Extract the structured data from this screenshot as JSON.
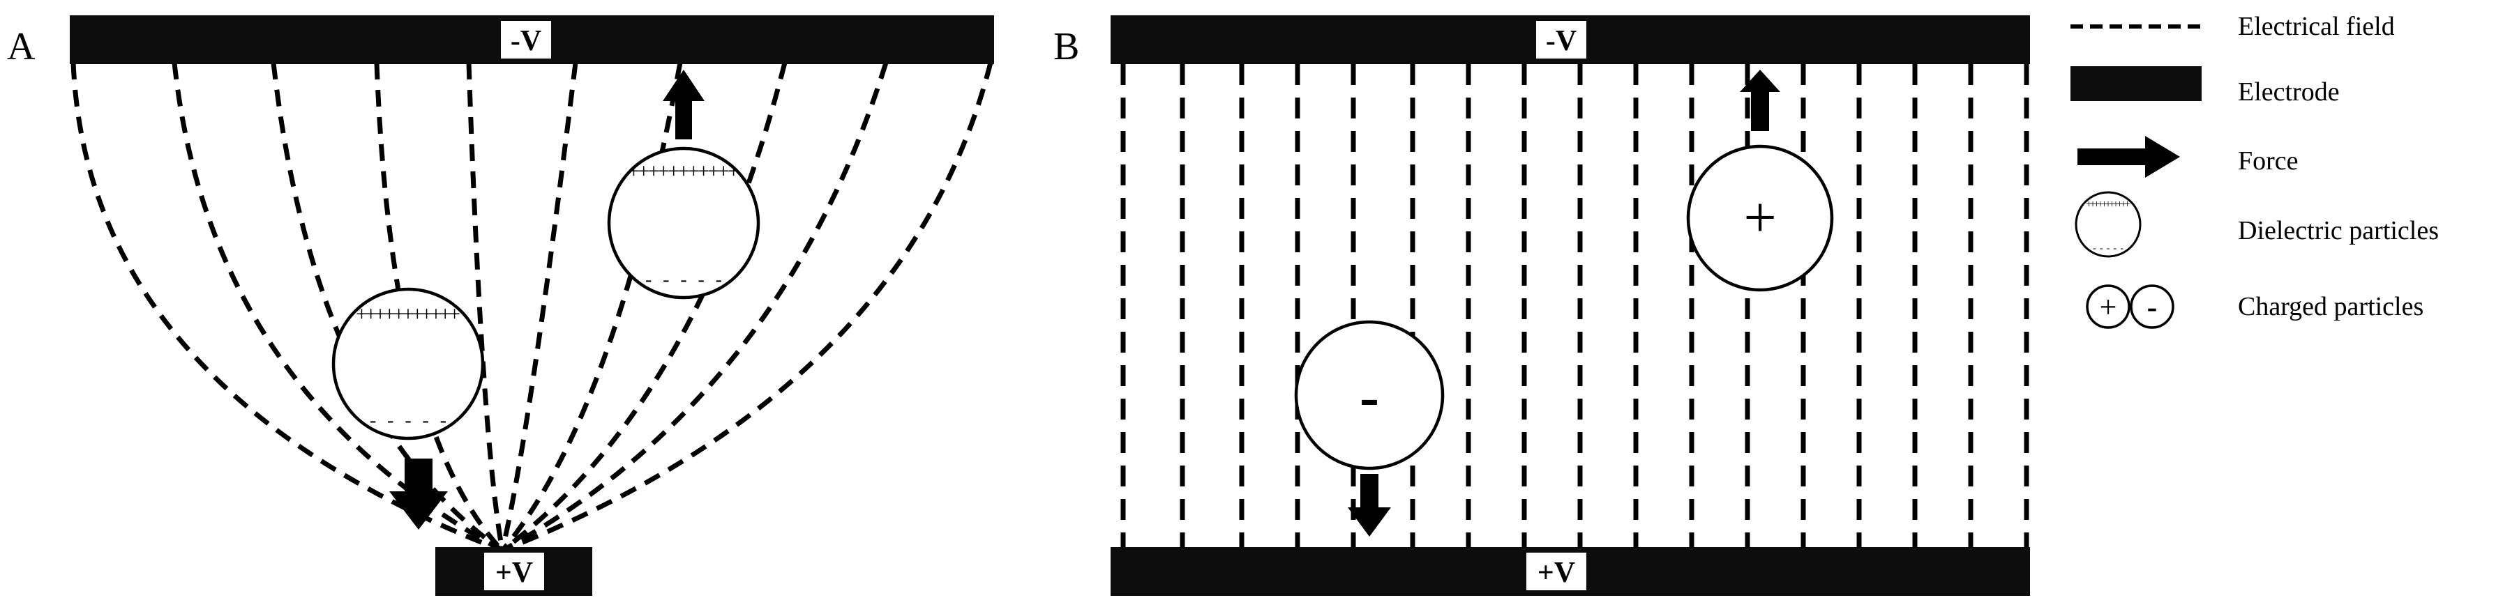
{
  "panel_a": {
    "label": "A",
    "top_electrode_label": "-V",
    "bottom_electrode_label": "+V",
    "particle_top_charges": "+ + + + + + + + + + +",
    "particle_bottom_charges": "- - - - -"
  },
  "panel_b": {
    "label": "B",
    "top_electrode_label": "-V",
    "bottom_electrode_label": "+V",
    "positive_particle_sign": "+",
    "negative_particle_sign": "-"
  },
  "legend": {
    "items": [
      {
        "key": "electrical_field",
        "label": "Electrical field",
        "icon": "dashed-line-icon"
      },
      {
        "key": "electrode",
        "label": "Electrode",
        "icon": "black-bar-icon"
      },
      {
        "key": "force",
        "label": "Force",
        "icon": "arrow-right-icon"
      },
      {
        "key": "dielectric",
        "label": "Dielectric particles",
        "icon": "dielectric-particle-icon"
      },
      {
        "key": "charged",
        "label": "Charged particles",
        "icon": "charged-particle-icon",
        "signs": [
          "+",
          "-"
        ]
      }
    ]
  }
}
